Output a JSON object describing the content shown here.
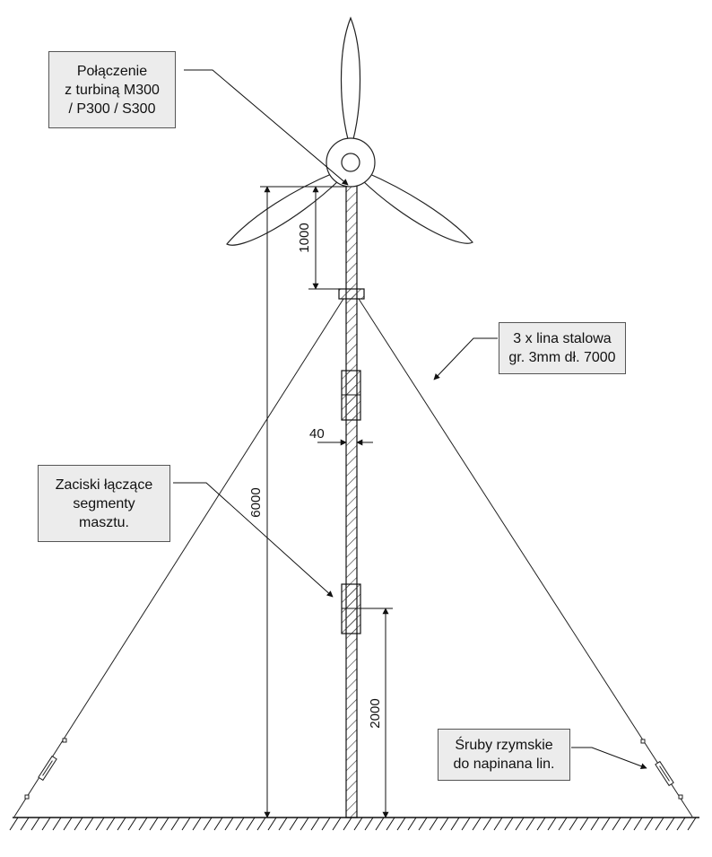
{
  "callouts": {
    "turbine_connection": [
      "Połączenie",
      "z turbiną M300",
      "/ P300 / S300"
    ],
    "steel_cable": [
      "3 x lina stalowa",
      "gr. 3mm dł. 7000"
    ],
    "mast_clamps": [
      "Zaciski łączące",
      "segmenty",
      "masztu."
    ],
    "turnbuckles": [
      "Śruby rzymskie",
      "do napinana lin."
    ]
  },
  "dimensions": {
    "total_height": "6000",
    "top_to_guy": "1000",
    "mast_diameter": "40",
    "ground_to_clamp": "2000"
  }
}
